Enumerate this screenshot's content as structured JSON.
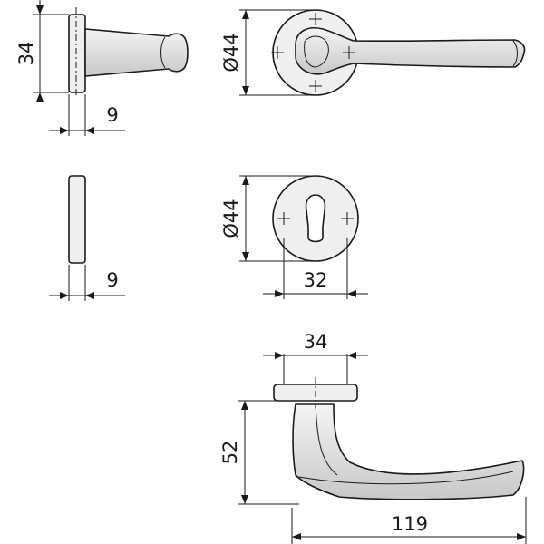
{
  "colors": {
    "line": "#1a1a1a",
    "fill": "#ececec",
    "background": "#ffffff"
  },
  "dimensions": {
    "rose_side_height": "34",
    "rose_side_depth": "9",
    "rose_front_diameter": "Ø44",
    "escutcheon_side_depth": "9",
    "escutcheon_front_diameter": "Ø44",
    "keyhole_spacing": "32",
    "lever_rose_width": "34",
    "lever_height": "52",
    "lever_length": "119"
  }
}
